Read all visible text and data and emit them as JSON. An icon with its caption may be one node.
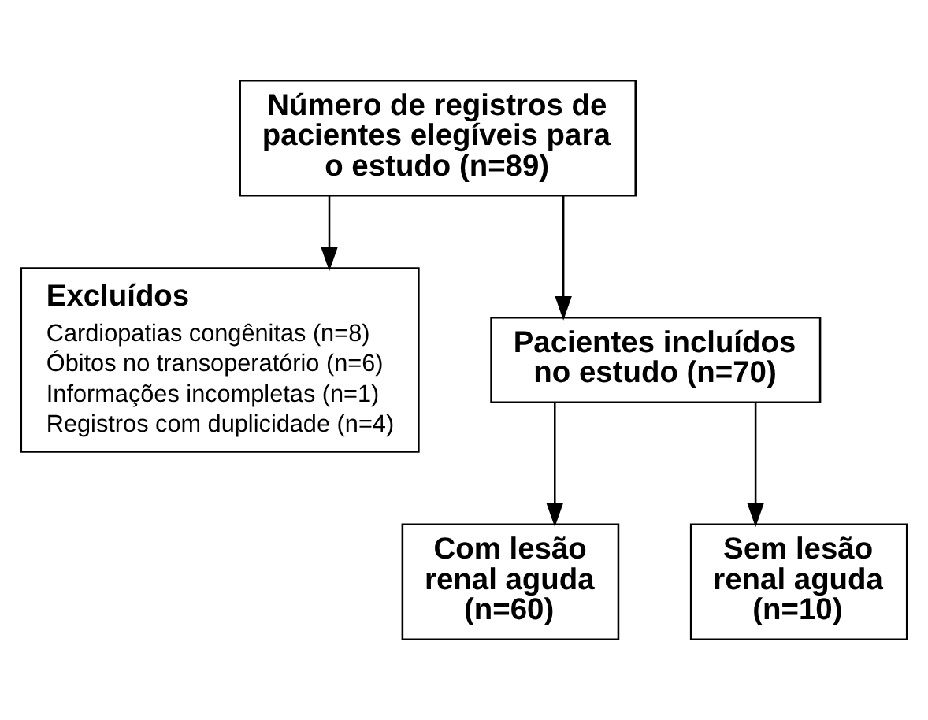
{
  "diagram": {
    "nodes": [
      {
        "text": [
          "Número de registros de pacientes elegíveis para o estudo (n=89)"
        ]
      },
      {
        "text": [
          "Excluídos",
          "Cardiopatias congênitas (n=8)",
          "Óbitos no transoperatório (n=6)",
          "Informações incompletas (n=1)",
          "Registros com duplicidade (n=4)"
        ]
      },
      {
        "text": [
          "Pacientes incluídos no estudo (n=70)"
        ]
      },
      {
        "text": [
          "Com lesão renal aguda (n=60)"
        ]
      },
      {
        "text": [
          "Sem lesão renal aguda (n=10)"
        ]
      }
    ],
    "edges": [
      {
        "from": 0,
        "to": 2,
        "arrow": "to"
      },
      {
        "from": 0,
        "to": 1,
        "arrow": "to"
      },
      {
        "from": 2,
        "to": 3,
        "arrow": "to"
      },
      {
        "from": 2,
        "to": 4,
        "arrow": "to"
      }
    ]
  }
}
